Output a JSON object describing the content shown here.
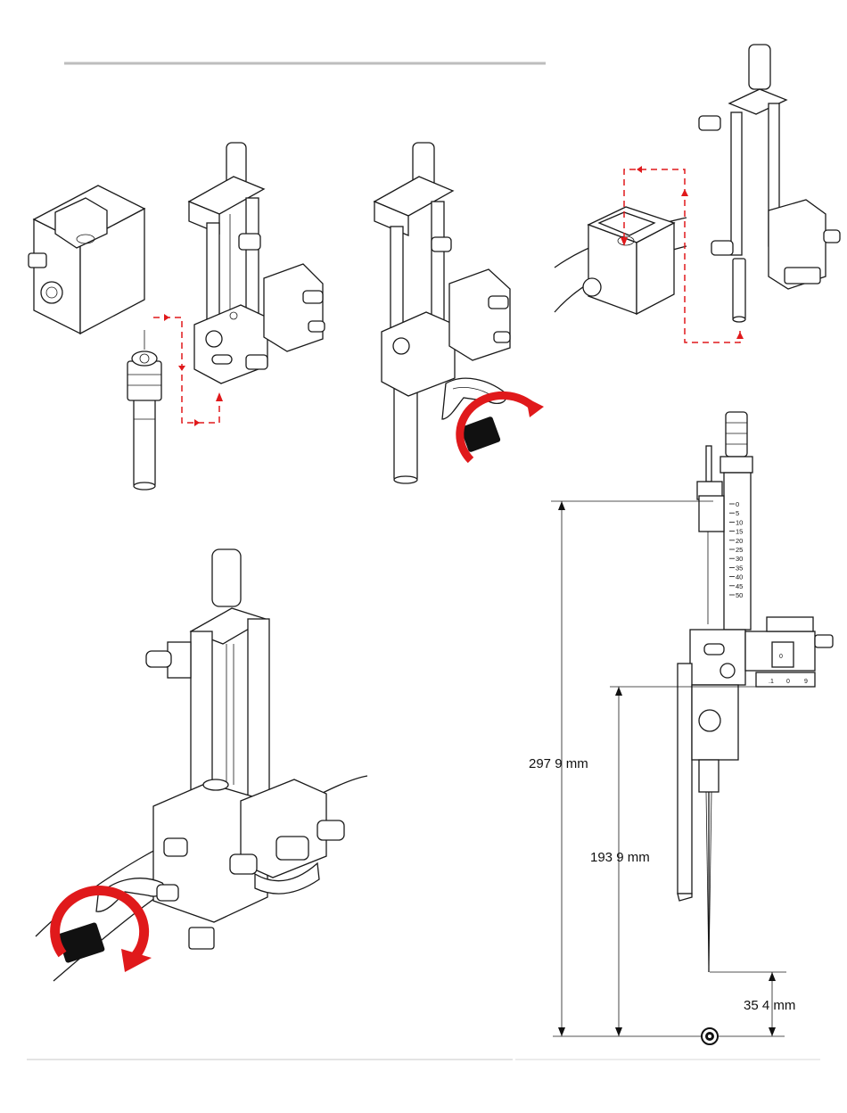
{
  "colors": {
    "arrow": "#e0191b",
    "line": "#1a1a1a",
    "rule": "#bdbdbd"
  },
  "dimensions": {
    "overall": "297 9 mm",
    "middle": "193 9 mm",
    "tip": "35 4 mm"
  },
  "scale_ticks": [
    "0",
    "5",
    "10",
    "15",
    "20",
    "25",
    "30",
    "35",
    "40",
    "45",
    "50"
  ],
  "micrometer_dial": [
    ".1",
    "0",
    "9"
  ],
  "counter_digit": "0",
  "icons": [
    "redirect-arrow-icon",
    "rotate-arrow-icon",
    "hand-icon",
    "target-icon"
  ]
}
